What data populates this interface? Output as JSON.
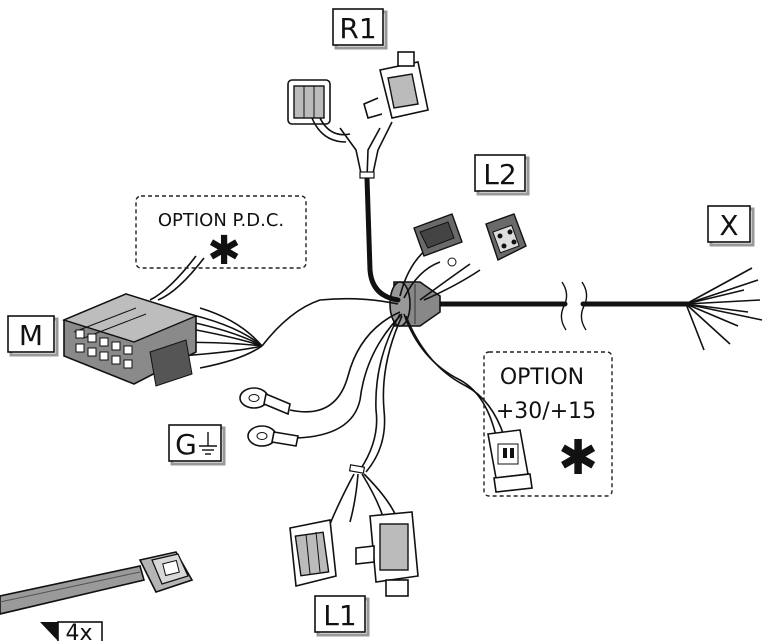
{
  "labels": {
    "r1": "R1",
    "l2": "L2",
    "x": "X",
    "m": "M",
    "g": "G",
    "l1": "L1",
    "qty": "4x"
  },
  "options": {
    "pdc_text": "OPTION P.D.C.",
    "pdc_mark": "✱",
    "power_line1": "OPTION",
    "power_line2": "+30/+15",
    "power_mark": "✱"
  },
  "icons": {
    "ground": "ground-symbol-icon",
    "option_marker": "asterisk-icon"
  }
}
